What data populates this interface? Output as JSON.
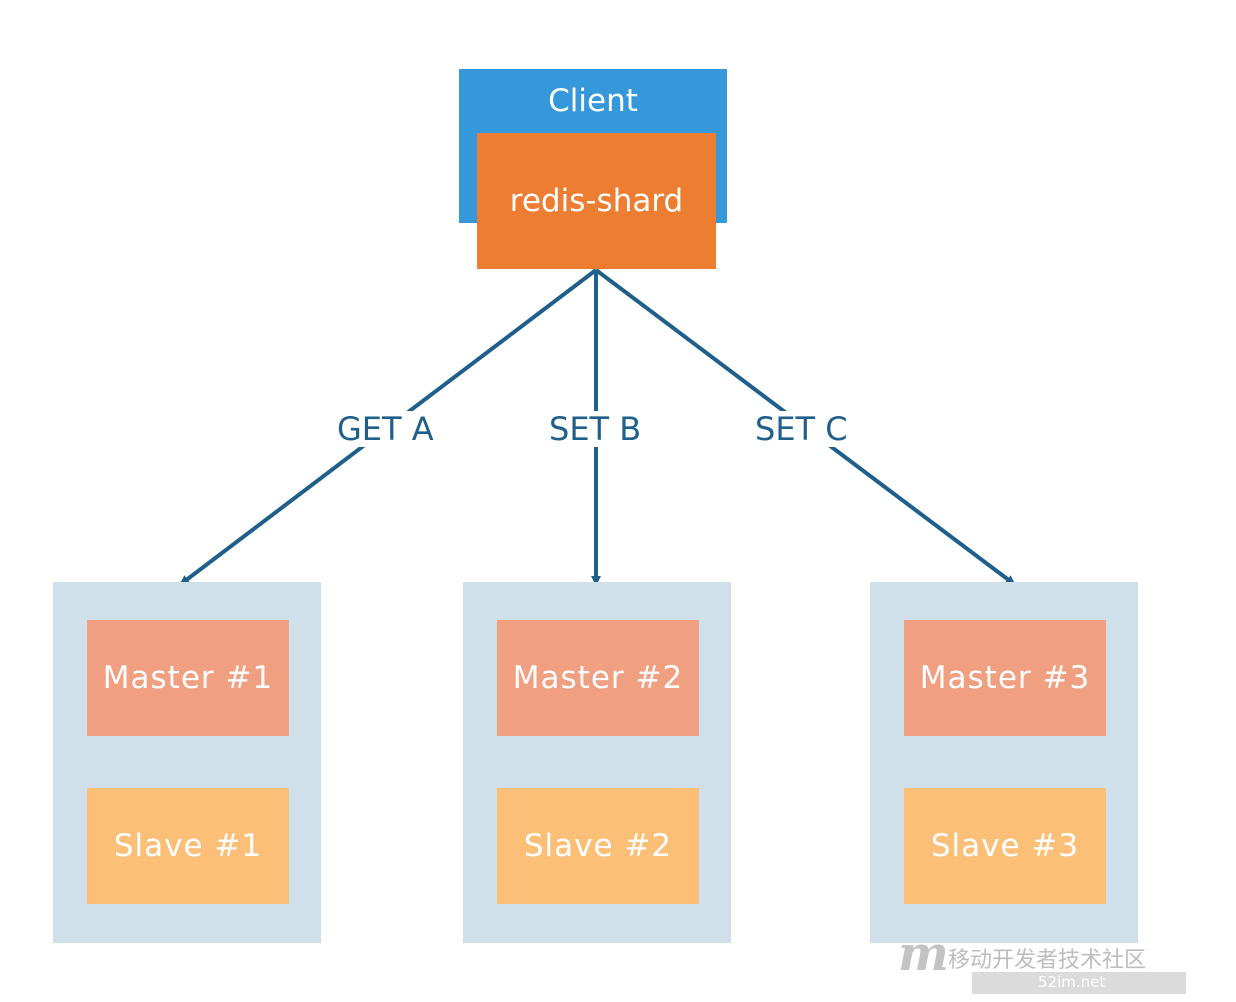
{
  "client": {
    "label": "Client"
  },
  "shard": {
    "label": "redis-shard"
  },
  "commands": [
    {
      "label": "GET A"
    },
    {
      "label": "SET B"
    },
    {
      "label": "SET C"
    }
  ],
  "groups": [
    {
      "master": "Master #1",
      "slave": "Slave #1"
    },
    {
      "master": "Master #2",
      "slave": "Slave #2"
    },
    {
      "master": "Master #3",
      "slave": "Slave #3"
    }
  ],
  "watermark": {
    "text": "移动开发者技术社区",
    "url": "52im.net"
  },
  "colors": {
    "client": "#3498db",
    "shard": "#ed7d31",
    "master": "#f0a080",
    "slave": "#fcbf78",
    "group_bg": "#cfe0ea",
    "edge": "#1f5f8b"
  }
}
